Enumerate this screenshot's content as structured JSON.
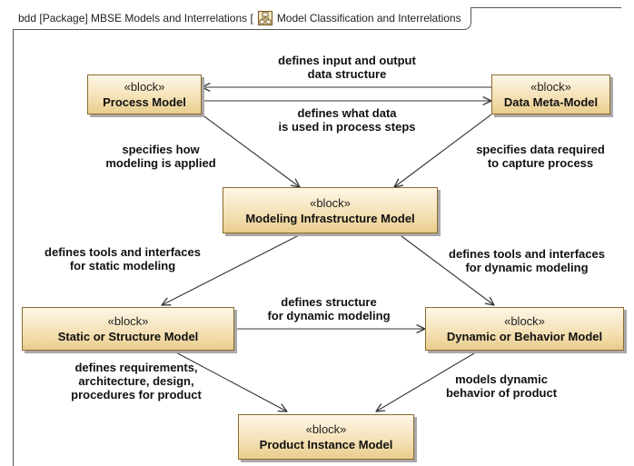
{
  "frame": {
    "header_prefix": "bdd [Package] MBSE Models and Interrelations [",
    "header_icon": "diagram-icon",
    "header_name": "Model Classification and Interrelations"
  },
  "colors": {
    "block_fill_top": "#fdf6e6",
    "block_fill_bottom": "#e9cd8c",
    "block_border": "#8a6a2e",
    "edge": "#333333"
  },
  "blocks": {
    "process": {
      "stereotype": "«block»",
      "name": "Process Model"
    },
    "meta": {
      "stereotype": "«block»",
      "name": "Data Meta-Model"
    },
    "infra": {
      "stereotype": "«block»",
      "name": "Modeling Infrastructure Model"
    },
    "static": {
      "stereotype": "«block»",
      "name": "Static or Structure Model"
    },
    "dynamic": {
      "stereotype": "«block»",
      "name": "Dynamic or Behavior Model"
    },
    "product": {
      "stereotype": "«block»",
      "name": "Product Instance Model"
    }
  },
  "edges": {
    "meta_to_process": [
      "defines input and output",
      "data structure"
    ],
    "process_to_meta": [
      "defines what data",
      "is used in process steps"
    ],
    "process_to_infra": [
      "specifies how",
      "modeling is applied"
    ],
    "meta_to_infra": [
      "specifies data required",
      "to capture process"
    ],
    "infra_to_static": [
      "defines tools and interfaces",
      "for static modeling"
    ],
    "infra_to_dynamic": [
      "defines tools and interfaces",
      "for dynamic modeling"
    ],
    "static_to_dynamic": [
      "defines structure",
      "for dynamic modeling"
    ],
    "static_to_product": [
      "defines requirements,",
      "architecture, design,",
      "procedures for product"
    ],
    "dynamic_to_product": [
      "models dynamic",
      "behavior of product"
    ]
  }
}
